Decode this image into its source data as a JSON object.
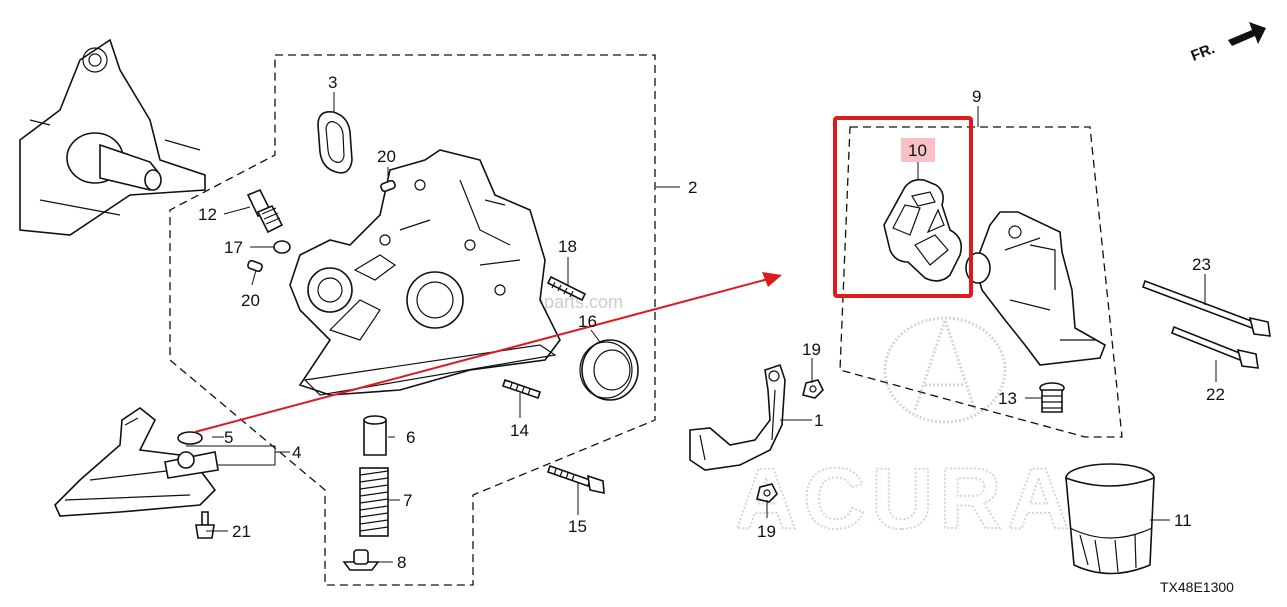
{
  "diagram": {
    "orientation_label": "FR.",
    "drawing_code": "TX48E1300",
    "watermark_url": "cn.aparts.com",
    "brand_watermark": "ACURA",
    "highlight_color": "#e0191f",
    "arrow_color": "#e0191f",
    "callouts": {
      "n1": "1",
      "n2": "2",
      "n3": "3",
      "n4": "4",
      "n5": "5",
      "n6": "6",
      "n7": "7",
      "n8": "8",
      "n9": "9",
      "n10": "10",
      "n11": "11",
      "n12": "12",
      "n13": "13",
      "n14": "14",
      "n15": "15",
      "n16": "16",
      "n17": "17",
      "n18": "18",
      "n19a": "19",
      "n19b": "19",
      "n20a": "20",
      "n20b": "20",
      "n21": "21",
      "n22": "22",
      "n23": "23"
    }
  }
}
